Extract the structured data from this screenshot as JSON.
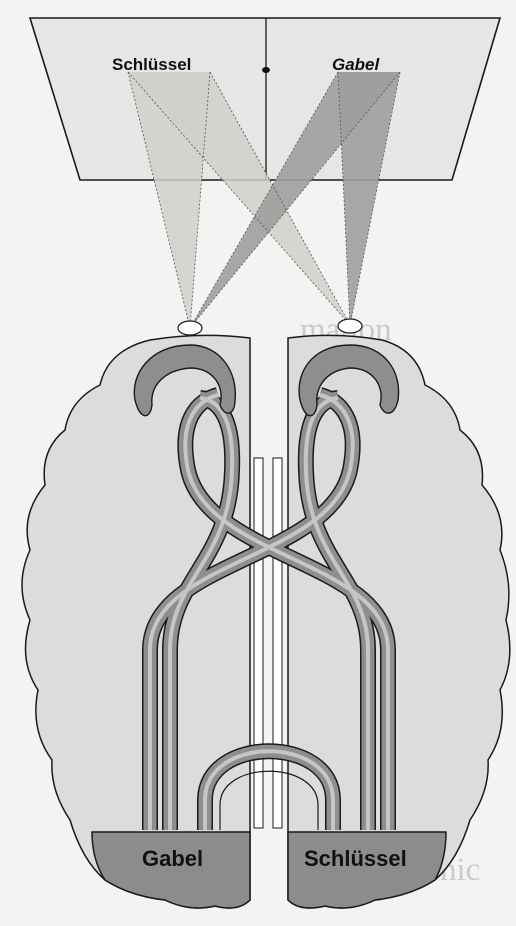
{
  "screen": {
    "left_word": "Schlüssel",
    "right_word": "Gabel"
  },
  "brain": {
    "left_lobe_label": "Gabel",
    "right_lobe_label": "Schlüssel"
  },
  "colors": {
    "background": "#f3f3f1",
    "screen_fill": "#e6e6e4",
    "brain_fill": "#dcdcda",
    "light_beam": "#cfcfcd",
    "dark_beam": "#9e9e9c",
    "nerve_outer": "#8e8e8c",
    "nerve_inner": "#c6c6c4",
    "occipital_fill": "#8c8c8a",
    "outline": "#1a1a1a"
  }
}
